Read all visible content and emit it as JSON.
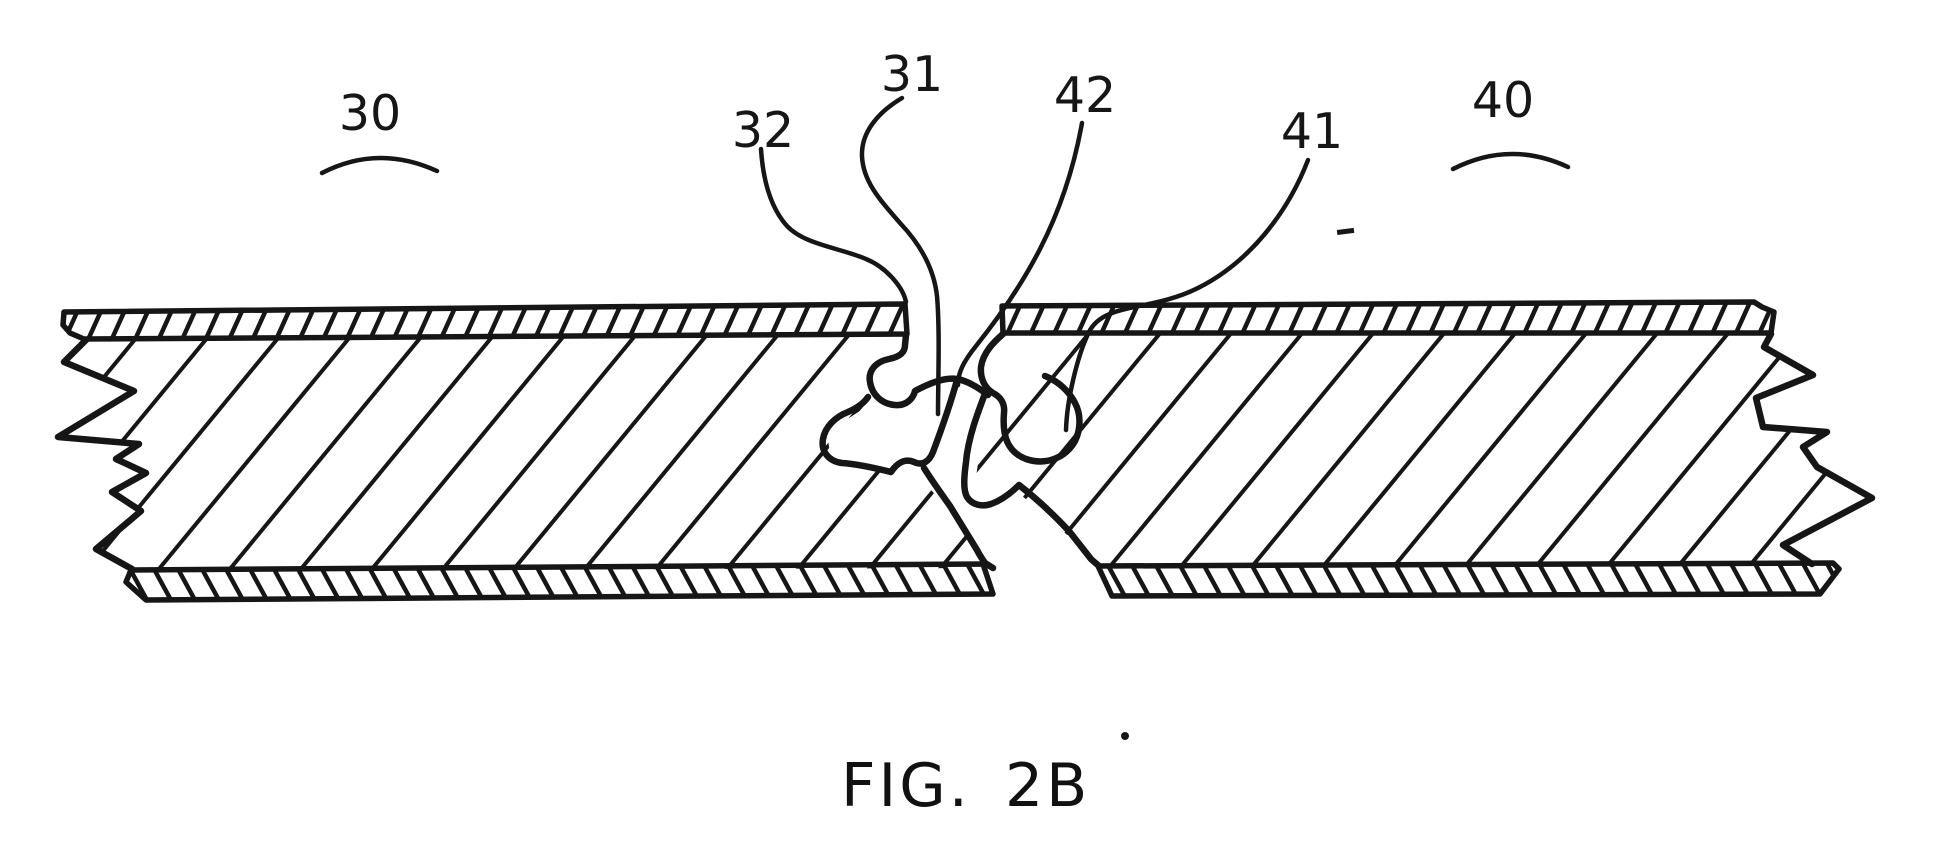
{
  "figure": {
    "caption": {
      "prefix": "FIG.",
      "number": "2B"
    },
    "reference_labels": [
      {
        "ref": "30"
      },
      {
        "ref": "32"
      },
      {
        "ref": "31"
      },
      {
        "ref": "42"
      },
      {
        "ref": "41"
      },
      {
        "ref": "40"
      }
    ],
    "colors": {
      "ink": "#161616",
      "background": "#ffffff"
    }
  }
}
